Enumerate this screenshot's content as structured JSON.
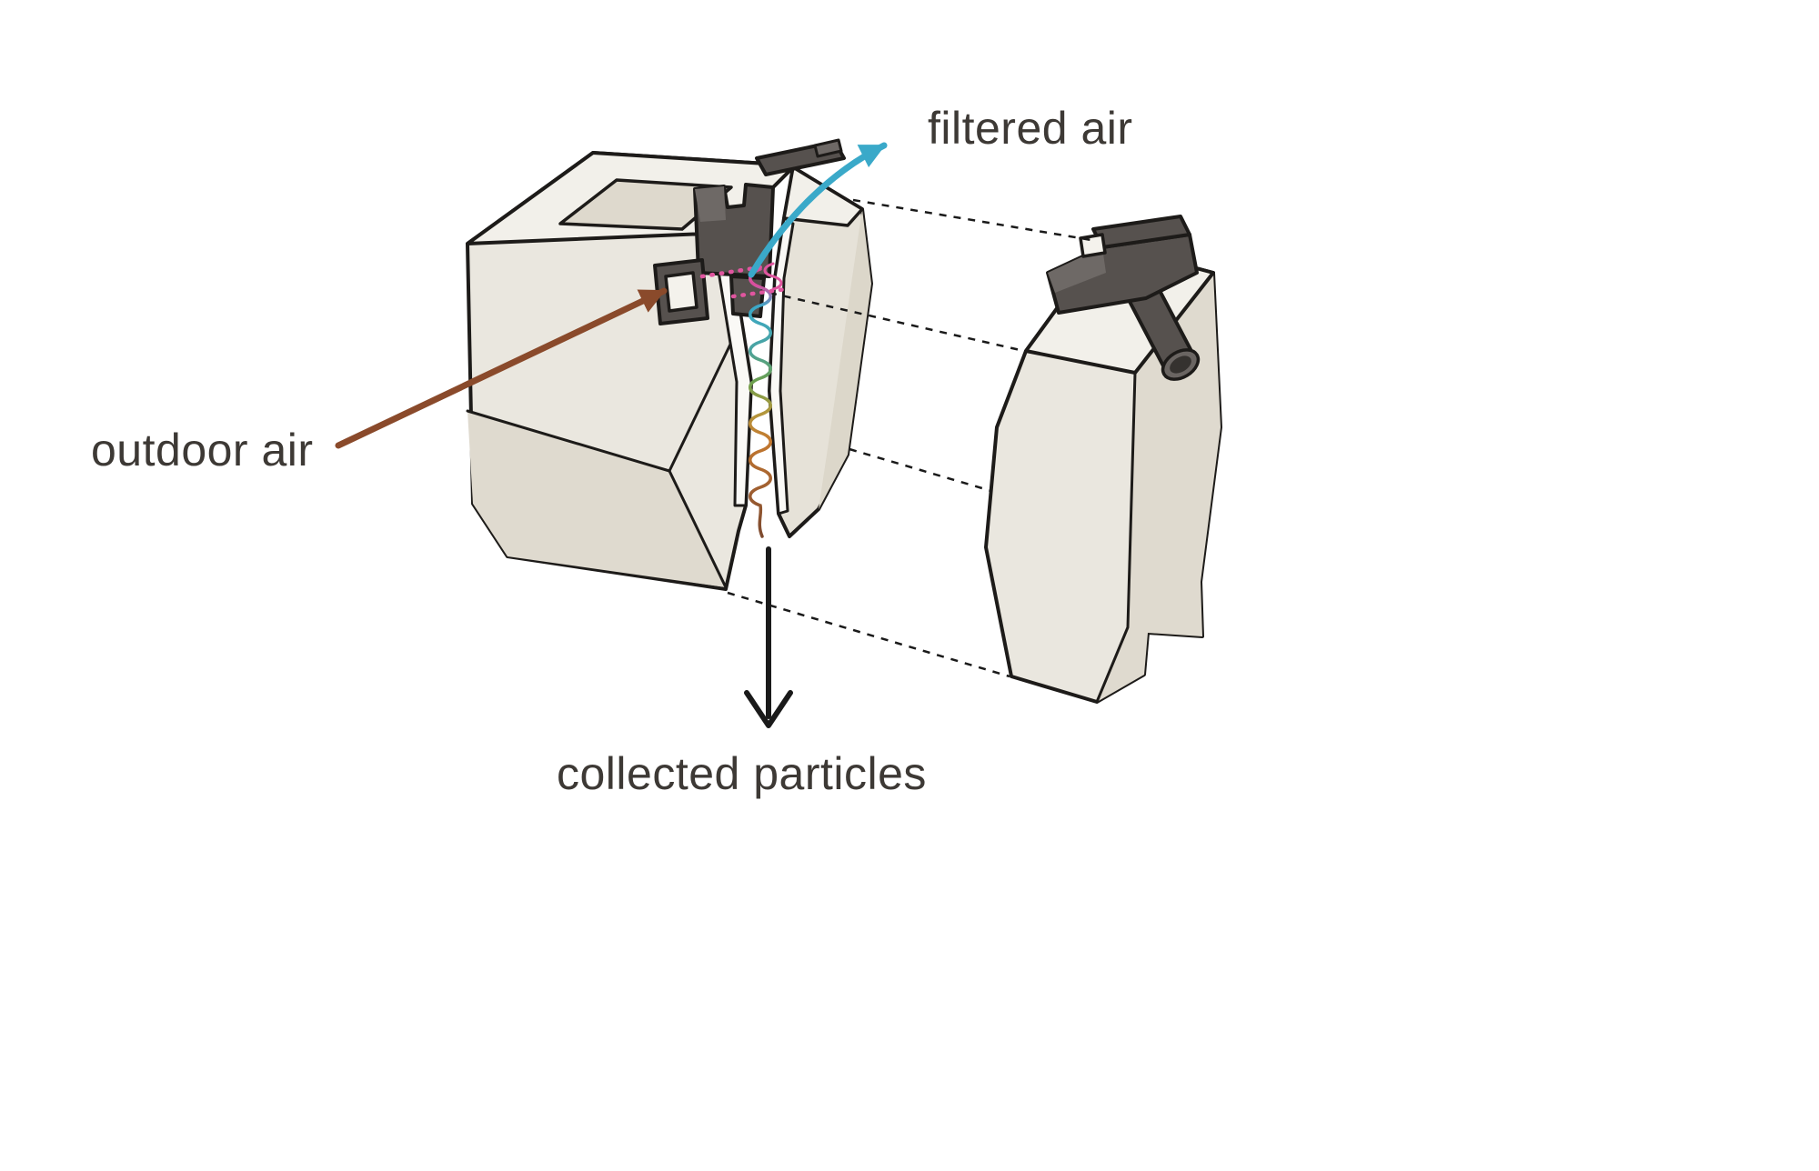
{
  "diagram": {
    "labels": {
      "filtered_air": "filtered air",
      "outdoor_air": "outdoor air",
      "collected_particles": "collected particles"
    },
    "colors": {
      "background": "#ffffff",
      "outline": "#1d1b19",
      "body_top_face": "#f2f0ea",
      "body_front_face": "#eae7df",
      "body_shade": "#dfdacf",
      "body_dark_side": "#dcd7ca",
      "cut_surface": "#faf9f6",
      "dark_part": "#56514e",
      "dark_part_highlight": "#6e6966",
      "filtered_air_arrow": "#3aa9c9",
      "outdoor_air_arrow": "#8a4a2b",
      "collected_particles_arrow": "#1a1a1a",
      "unfiltered_flow_dots": "#e0559f",
      "coil_green": "#6ba04f",
      "coil_orange": "#c4792f",
      "coil_brown": "#7d4a2f",
      "label_text": "#3d3935"
    }
  }
}
